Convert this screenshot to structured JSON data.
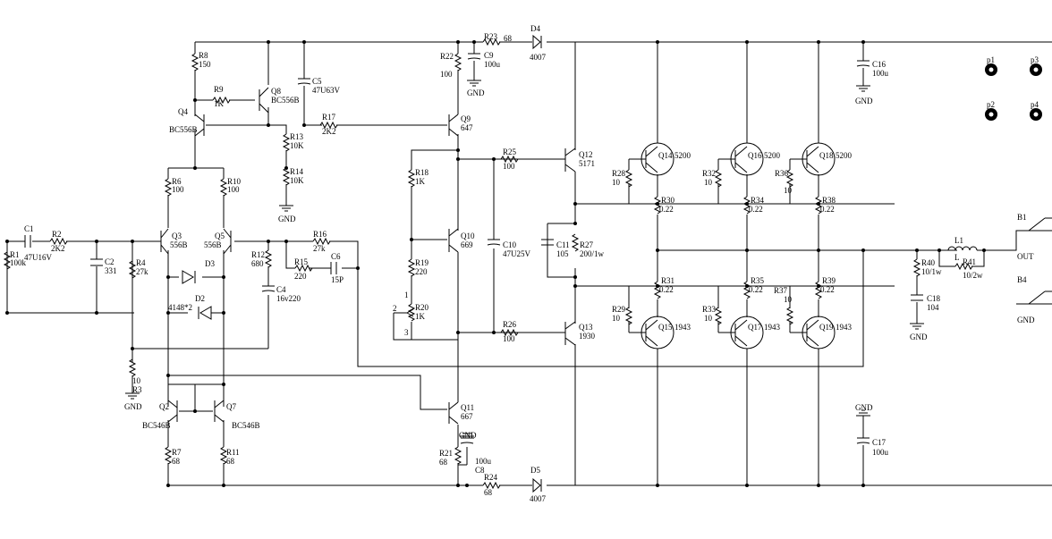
{
  "labels": {
    "R1": "R1",
    "R1v": "100k",
    "C1": "C1",
    "C1v": "47U16V",
    "R2": "R2",
    "R2v": "2K2",
    "C2": "C2",
    "C2v": "331",
    "R3": "R3",
    "R3v": "10",
    "GND_R3": "GND",
    "R4": "R4",
    "R4v": "27k",
    "R6": "R6",
    "R6v": "100",
    "R10": "R10",
    "R10v": "100",
    "Q3": "Q3",
    "Q3v": "556B",
    "Q5": "Q5",
    "Q5v": "556B",
    "D3": "D3",
    "D2": "D2",
    "D2v": "4148*2",
    "Q2": "Q2",
    "Q2v": "BC546B",
    "Q7": "Q7",
    "Q7v": "BC546B",
    "R7": "R7",
    "R7v": "68",
    "R11": "R11",
    "R11v": "68",
    "R8": "R8",
    "R8v": "150",
    "R9": "R9",
    "R9v": "1K",
    "Q8": "Q8",
    "Q8v": "BC556B",
    "Q4": "Q4",
    "Q4v": "BC556B",
    "C5": "C5",
    "C5v": "47U63V",
    "R13": "R13",
    "R13v": "10K",
    "R14": "R14",
    "R14v": "10K",
    "GND_R14": "GND",
    "R17": "R17",
    "R17v": "2K2",
    "R12": "R12",
    "R12v": "680",
    "C4": "C4",
    "C4v": "16v220",
    "R16": "R16",
    "R16v": "27k",
    "R15": "R15",
    "R15v": "220",
    "C6": "C6",
    "C6v": "15P",
    "R22": "R22",
    "R22v": "100",
    "R23": "R23",
    "R23v": "68",
    "C9": "C9",
    "C9v": "100u",
    "GND_C9": "GND",
    "D4": "D4",
    "D4v": "4007",
    "Q9": "Q9",
    "Q9v": "647",
    "R18": "R18",
    "R18v": "1K",
    "R19": "R19",
    "R19v": "220",
    "R20": "R20",
    "R20v": "1K",
    "P1": "1",
    "P2": "2",
    "P3": "3",
    "Q10": "Q10",
    "Q10v": "669",
    "C10": "C10",
    "C10v": "47U25V",
    "R25": "R25",
    "R25v": "100",
    "R26": "R26",
    "R26v": "100",
    "Q11": "Q11",
    "Q11v": "667",
    "GND_C8": "GND",
    "C8": "C8",
    "C8v": "100u",
    "R21": "R21",
    "R21v": "68",
    "R24": "R24",
    "R24v": "68",
    "D5": "D5",
    "D5v": "4007",
    "Q12": "Q12",
    "Q12v": "5171",
    "Q13": "Q13",
    "Q13v": "1930",
    "C11": "C11",
    "C11v": "105",
    "R27": "R27",
    "R27v": "200/1w",
    "Q14": "Q14",
    "Q14v": "5200",
    "Q16": "Q16",
    "Q16v": "5200",
    "Q18": "Q18",
    "Q18v": "5200",
    "Q15": "Q15",
    "Q15v": "1943",
    "Q17": "Q17",
    "Q17v": "1943",
    "Q19": "Q19",
    "Q19v": "1943",
    "R28": "R28",
    "R28v": "10",
    "R32": "R32",
    "R32v": "10",
    "R36": "R36",
    "R36v": "10",
    "R29": "R29",
    "R29v": "10",
    "R33": "R33",
    "R33v": "10",
    "R37": "R37",
    "R37v": "10",
    "R30": "R30",
    "R30v": "0.22",
    "R34": "R34",
    "R34v": "0.22",
    "R38": "R38",
    "R38v": "0.22",
    "R31": "R31",
    "R31v": "0.22",
    "R35": "R35",
    "R35v": "0.22",
    "R39": "R39",
    "R39v": "0.22",
    "C16": "C16",
    "C16v": "100u",
    "GND_C16": "GND",
    "C17": "C17",
    "C17v": "100u",
    "GND_C17": "GND",
    "L1": "L1",
    "L": "L",
    "R41": "R41",
    "R41v": "10/2w",
    "R40": "R40",
    "R40v": "10/1w",
    "C18": "C18",
    "C18v": "104",
    "GND_C18": "GND",
    "B1": "B1",
    "OUT": "OUT",
    "B4": "B4",
    "GND_B4": "GND",
    "p1": "p1",
    "p2": "p2",
    "p3": "p3",
    "p4": "p4"
  }
}
